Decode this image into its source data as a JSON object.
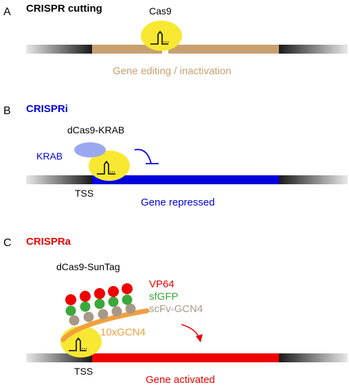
{
  "panel_a": {
    "letter": "A",
    "title": "CRISPR cutting",
    "protein": "Cas9",
    "caption": "Gene editing / inactivation"
  },
  "panel_b": {
    "letter": "B",
    "title": "CRISPRi",
    "protein": "dCas9-KRAB",
    "domain": "KRAB",
    "tss": "TSS",
    "caption": "Gene repressed"
  },
  "panel_c": {
    "letter": "C",
    "title": "CRISPRa",
    "protein": "dCas9-SunTag",
    "legend_vp64": "VP64",
    "legend_sfgfp": "sfGFP",
    "legend_scfv": "scFv-GCN4",
    "tag": "10xGCN4",
    "tss": "TSS",
    "caption": "Gene activated"
  },
  "colors": {
    "gene_editing": "#c8a070",
    "repressed": "#0000dd",
    "activated": "#ee0000",
    "cas9": "#f8e832",
    "krab": "#9aa8f0",
    "vp64": "#ee0000",
    "sfgfp": "#3aa83a",
    "scfv": "#a89888",
    "gcn4": "#f0a040"
  }
}
